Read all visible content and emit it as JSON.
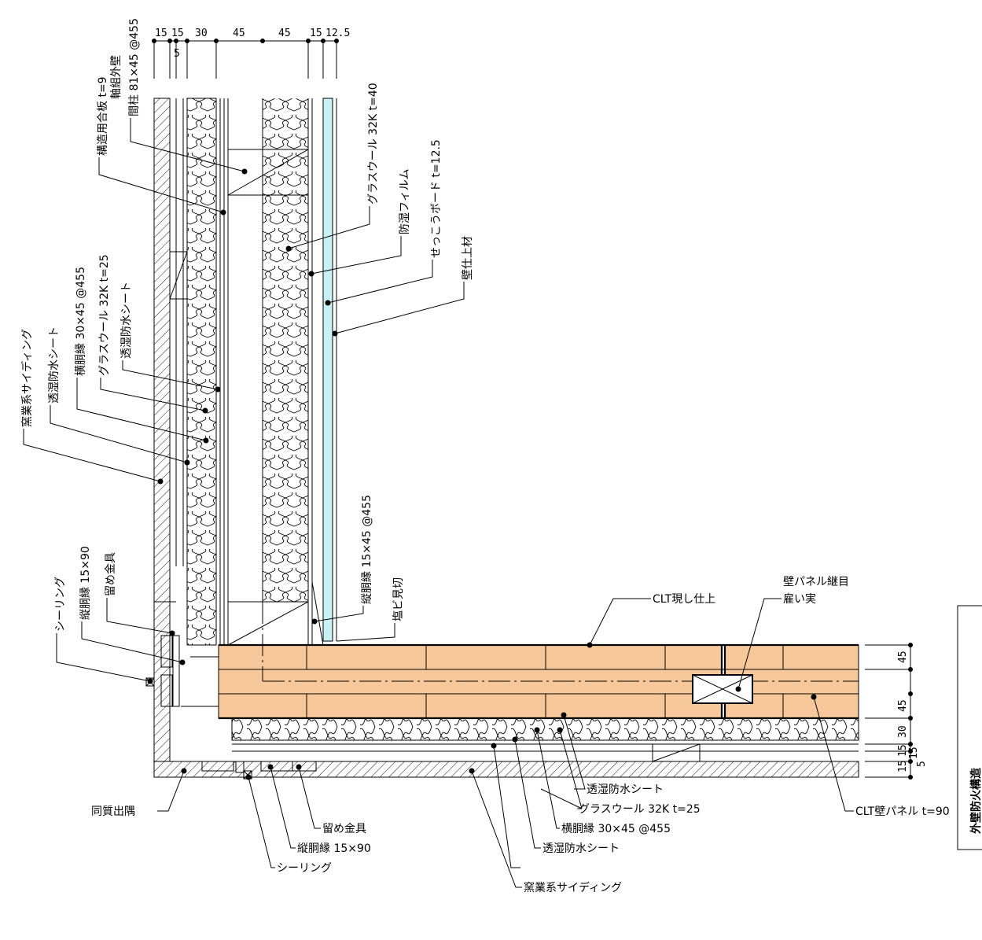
{
  "dimensions_top": [
    "15",
    "15",
    "30",
    "45",
    "45",
    "15",
    "12.5",
    "5"
  ],
  "dimensions_right": [
    "45",
    "45",
    "30",
    "15",
    "15",
    "15",
    "5"
  ],
  "labels_vertical": {
    "stud": "間柱 81×45 @455",
    "frame_wall": "軸組外壁",
    "plywood": "構造用合板 t=9",
    "glasswool_40": "グラスウール 32K t=40",
    "vapor_film": "防湿フィルム",
    "gypsum": "せっこうボード t=12.5",
    "finish": "壁仕上材",
    "batten_30": "横胴縁 30×45 @455",
    "glasswool_25": "グラスウール 32K t=25",
    "breathable_sheet_inner": "透湿防水シート",
    "breathable_sheet_outer": "透湿防水シート",
    "siding": "窯業系サイディング",
    "vert_batten_455": "縦胴縁 15×45 @455",
    "pvc_trim": "塩ビ見切",
    "fastener": "留め金具",
    "vert_batten_90": "縦胴縁 15×90",
    "sealing": "シーリング"
  },
  "labels_horizontal": {
    "clt_exposed": "CLT現し仕上",
    "panel_joint": "壁パネル継目",
    "spline": "雇い実",
    "clt_panel": "CLT壁パネル t=90",
    "breathable_sheet_a": "透湿防水シート",
    "glasswool_b": "グラスウール 32K t=25",
    "batten_b": "横胴縁 30×45 @455",
    "breathable_sheet_b": "透湿防水シート",
    "siding_b": "窯業系サイディング",
    "corner": "同質出隅",
    "fastener_b": "留め金具",
    "vert_batten_b": "縦胴縁 15×90",
    "sealing_b": "シーリング"
  },
  "title_box": "外壁防火構造",
  "colors": {
    "clt": "#f7c99a",
    "gypsum": "#c9f0f3"
  }
}
